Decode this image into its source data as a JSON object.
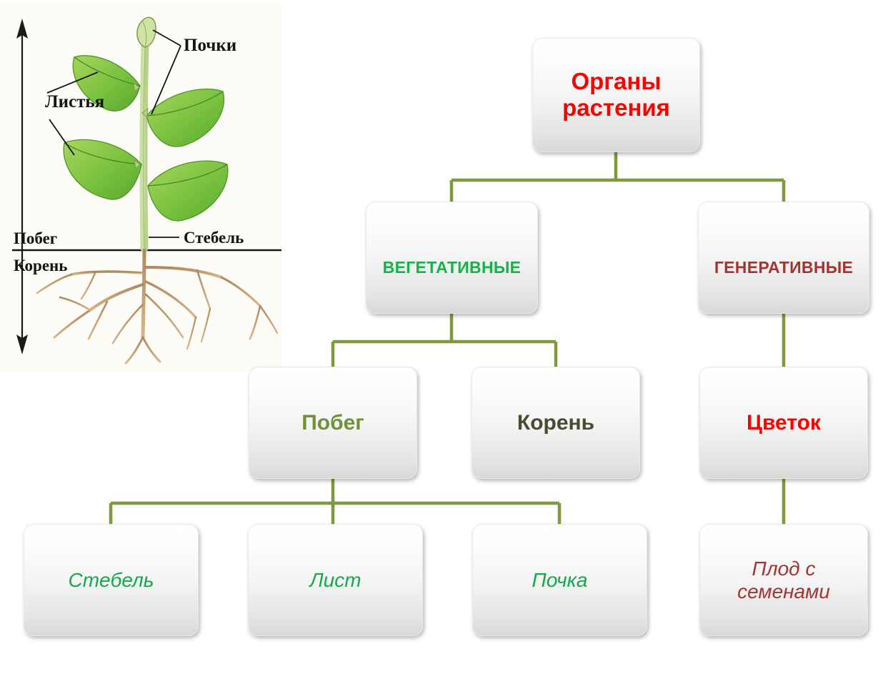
{
  "diagram": {
    "title": "Органы растения",
    "type": "hierarchy-tree",
    "connector_color": "#7d9b3d",
    "nodes": {
      "root": {
        "label": "Органы\nрастения",
        "color": "#fe0000",
        "level": 1
      },
      "vegetative": {
        "label": "ВЕГЕТАТИВНЫЕ",
        "color": "#15b24a",
        "level": 2
      },
      "generative": {
        "label": "ГЕНЕРАТИВНЫЕ",
        "color": "#a63332",
        "level": 2
      },
      "shoot": {
        "label": "Побег",
        "color": "#6f9137",
        "level": 3
      },
      "root_organ": {
        "label": "Корень",
        "color": "#4c4a30",
        "level": 3
      },
      "flower": {
        "label": "Цветок",
        "color": "#fe0000",
        "level": 3
      },
      "stem": {
        "label": "Стебель",
        "color": "#16a84b",
        "level": 4
      },
      "leaf": {
        "label": "Лист",
        "color": "#16a84b",
        "level": 4
      },
      "bud": {
        "label": "Почка",
        "color": "#16a84b",
        "level": 4
      },
      "fruit": {
        "label": "Плод с\nсеменами",
        "color": "#a63332",
        "level": 4
      }
    },
    "edges": [
      {
        "from": "root",
        "to": "vegetative"
      },
      {
        "from": "root",
        "to": "generative"
      },
      {
        "from": "vegetative",
        "to": "shoot"
      },
      {
        "from": "vegetative",
        "to": "root_organ"
      },
      {
        "from": "generative",
        "to": "flower"
      },
      {
        "from": "shoot",
        "to": "stem"
      },
      {
        "from": "shoot",
        "to": "leaf"
      },
      {
        "from": "shoot",
        "to": "bud"
      },
      {
        "from": "flower",
        "to": "fruit"
      }
    ]
  },
  "plant_figure": {
    "labels": {
      "buds": "Почки",
      "leaves": "Листья",
      "shoot": "Побег",
      "root": "Корень",
      "stem": "Стебель"
    }
  }
}
